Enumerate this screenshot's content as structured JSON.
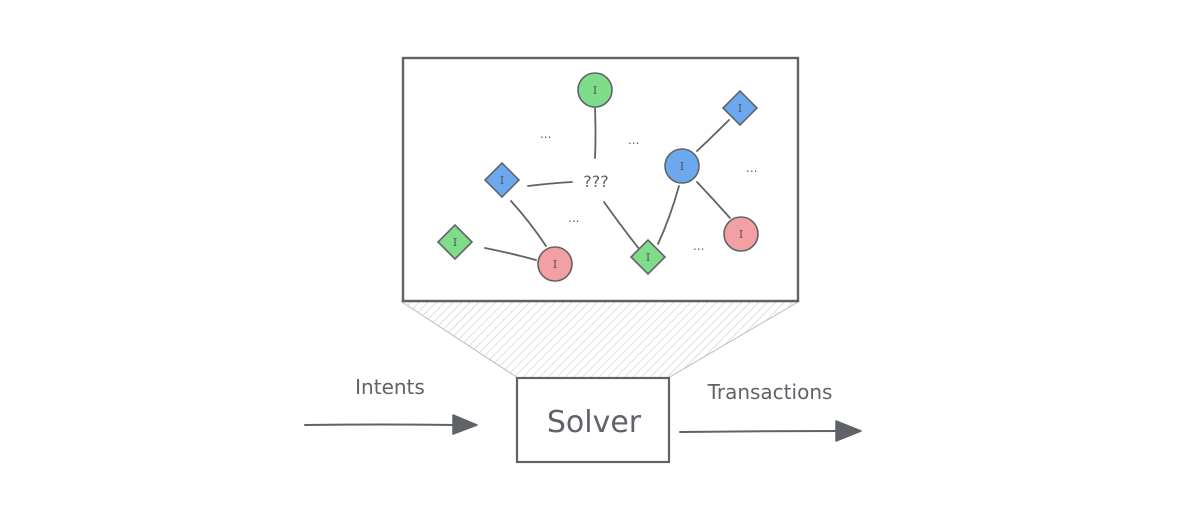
{
  "labels": {
    "intents": "Intents",
    "transactions": "Transactions",
    "solver": "Solver",
    "unknown_link": "???"
  },
  "node_letter": "I",
  "ellipsis": "...",
  "colors": {
    "stroke": "#5f6368",
    "green": "#7fdc8a",
    "blue": "#6ba8ee",
    "red": "#f2a0a3",
    "funnel_hatch": "#c9ccd0"
  },
  "legend": {
    "node_shapes": [
      "circle",
      "diamond"
    ],
    "node_colors": [
      "green",
      "blue",
      "red"
    ]
  }
}
